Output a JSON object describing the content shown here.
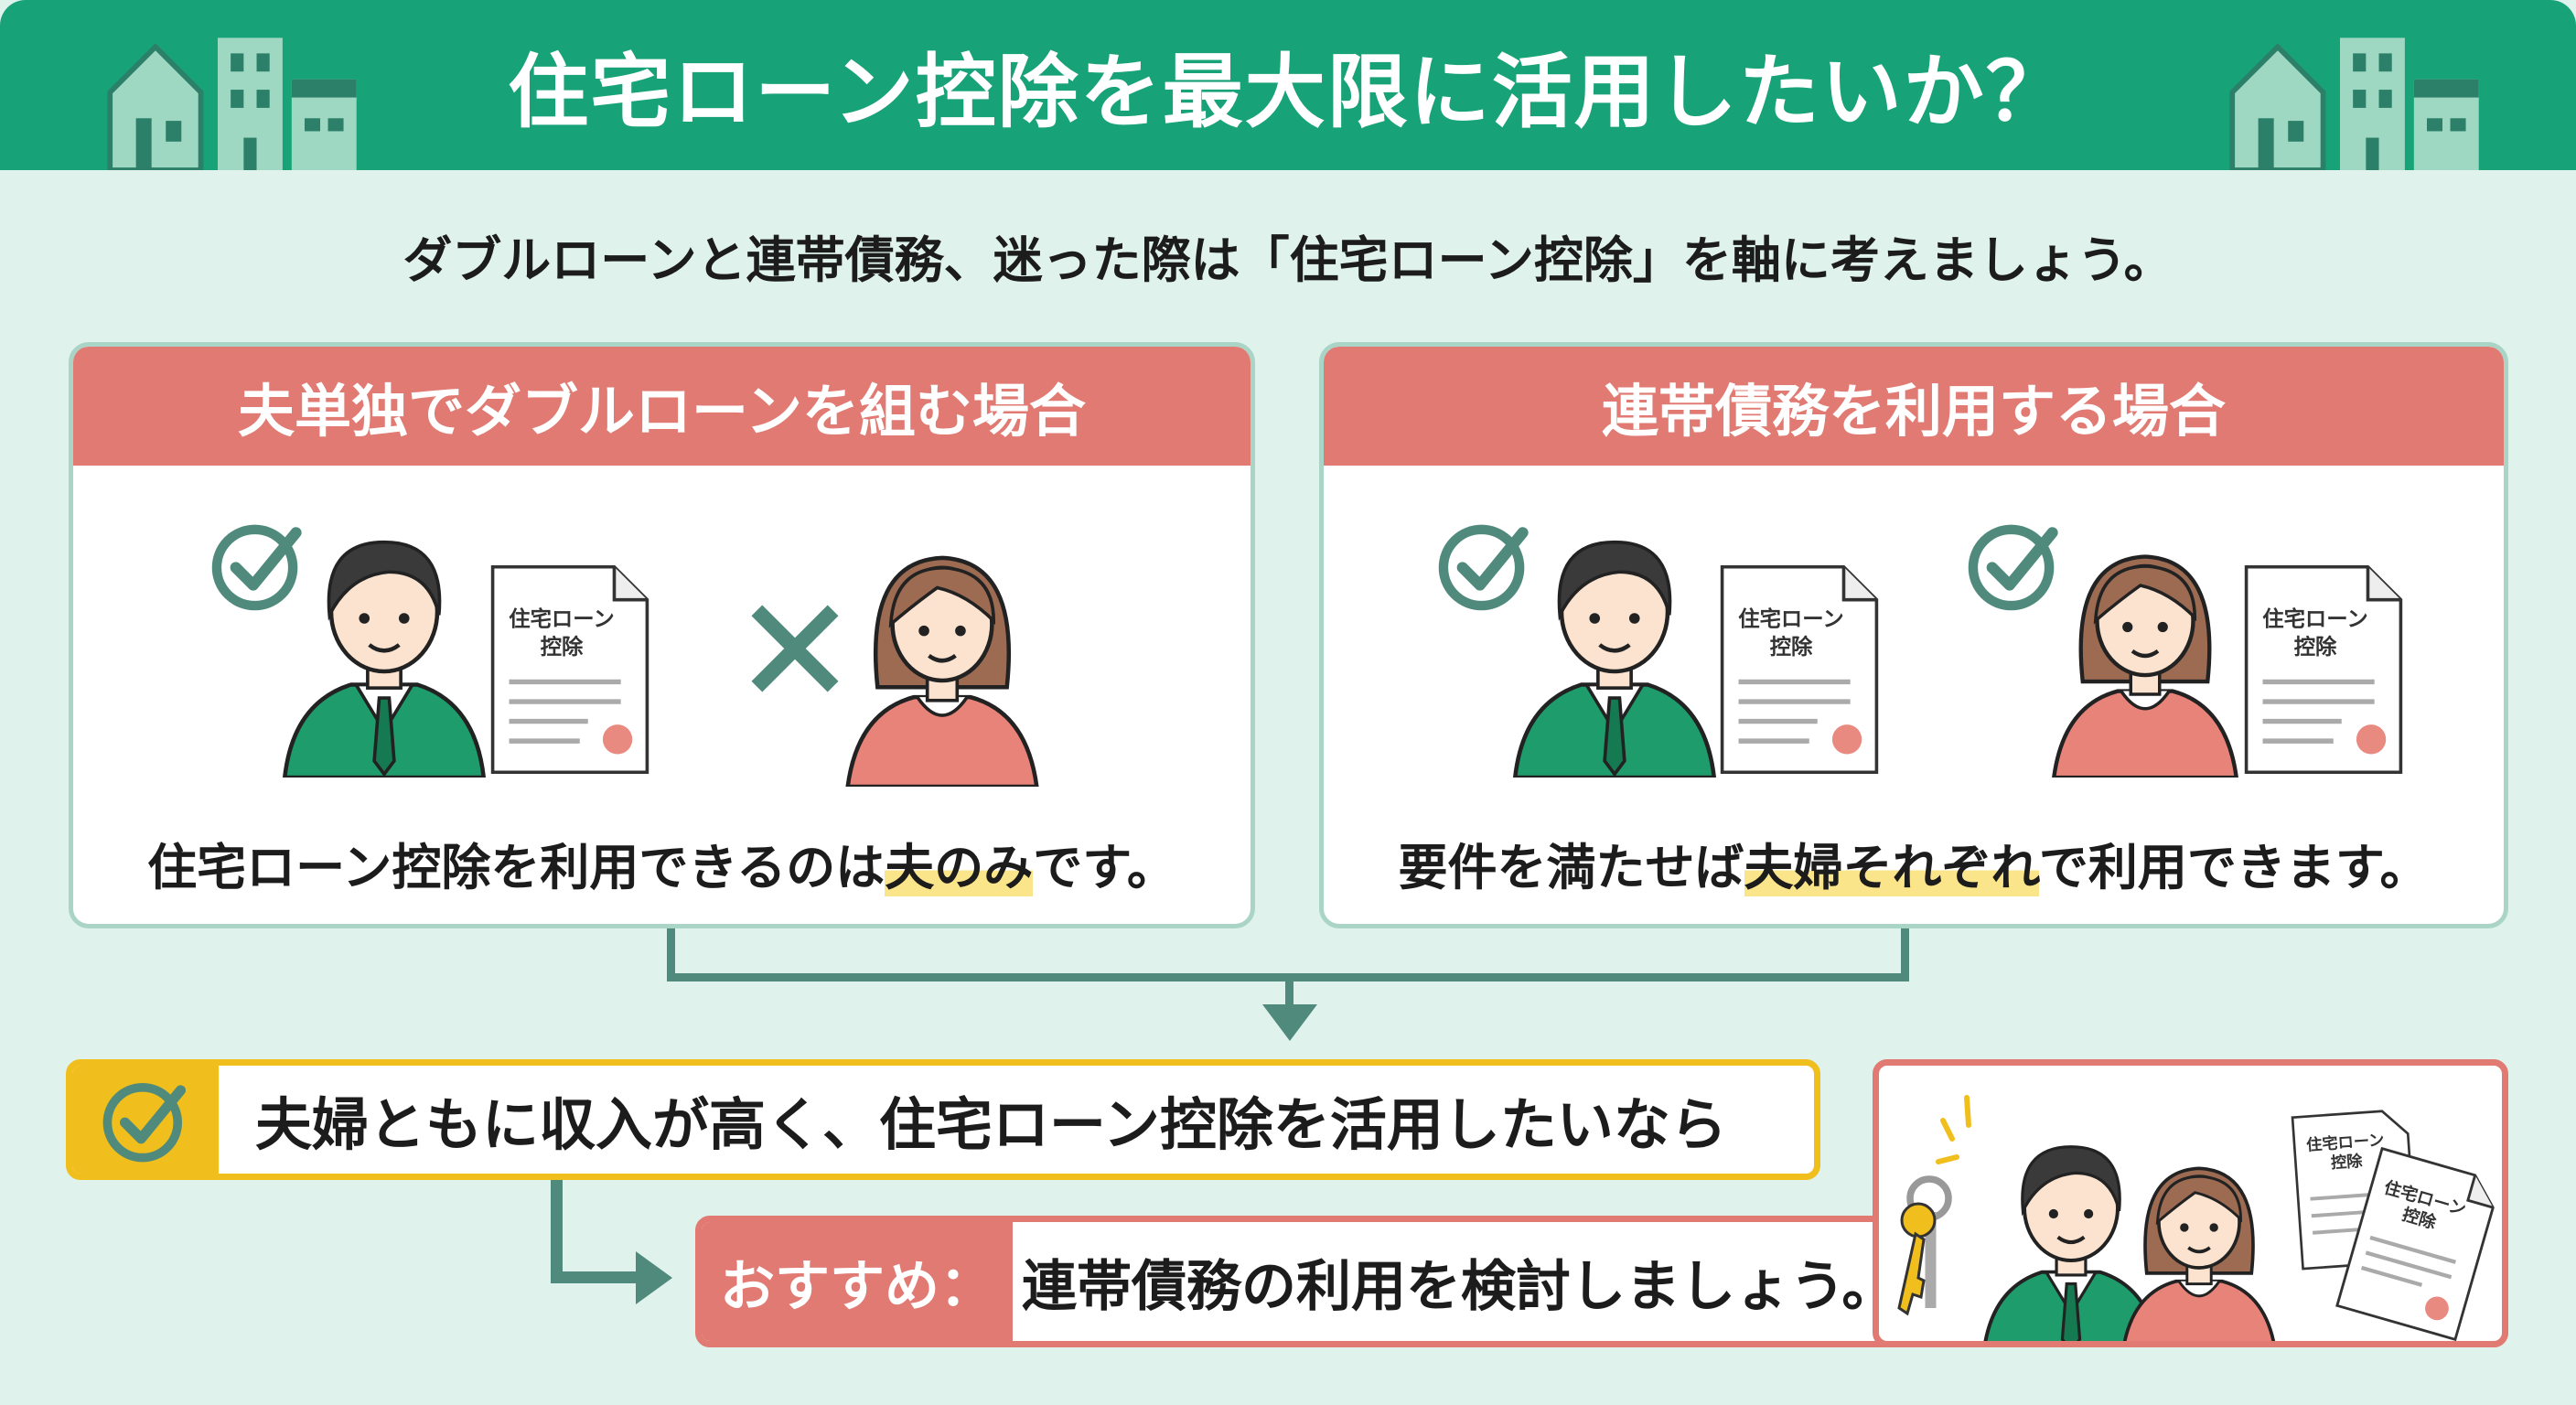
{
  "header": {
    "title": "住宅ローン控除を最大限に活用したいか？"
  },
  "subtitle": "ダブルローンと連帯債務、迷った際は「住宅ローン控除」を軸に考えましょう。",
  "cards": [
    {
      "title": "夫単独でダブルローンを組む場合",
      "caption_pre": "住宅ローン控除を利用できるのは",
      "caption_highlight": "夫のみ",
      "caption_post": "です。",
      "husband_status": "check",
      "wife_status": "cross"
    },
    {
      "title": "連帯債務を利用する場合",
      "caption_pre": "要件を満たせば",
      "caption_highlight": "夫婦それぞれ",
      "caption_post": "で利用できます。",
      "husband_status": "check",
      "wife_status": "check"
    }
  ],
  "document": {
    "line1": "住宅ローン",
    "line2": "控除"
  },
  "condition": {
    "text": "夫婦ともに収入が高く、住宅ローン控除を活用したいなら"
  },
  "recommendation": {
    "label": "おすすめ：",
    "text": "連帯債務の利用を検討しましょう。"
  },
  "colors": {
    "green": "#18a277",
    "red": "#e07a72",
    "yellow": "#f1bf1d",
    "teal": "#4f8a7c",
    "background": "#dff2ec"
  }
}
